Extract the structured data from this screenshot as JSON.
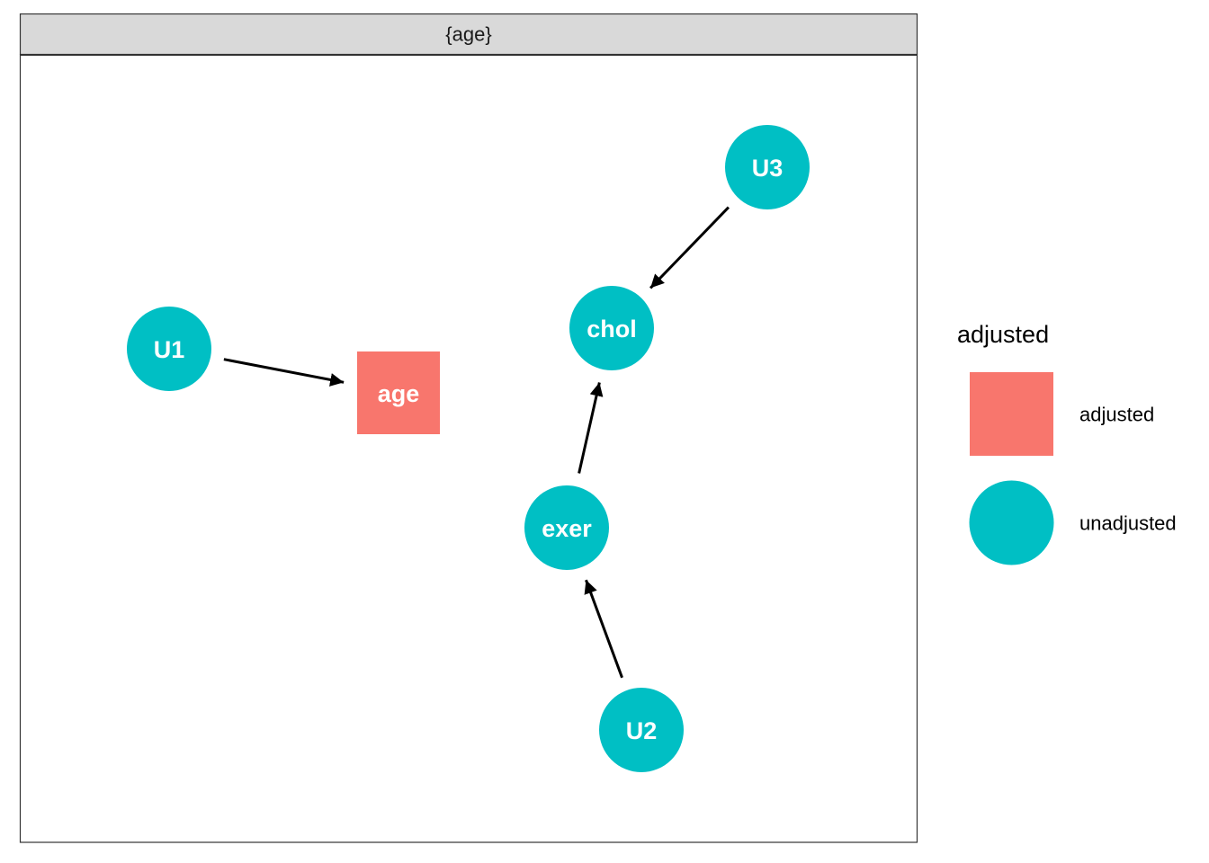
{
  "facet": {
    "strip_label": "{age}"
  },
  "colors": {
    "adjusted": "#F8766D",
    "unadjusted": "#00BFC4",
    "strip_bg": "#D9D9D9",
    "edge": "#000000"
  },
  "nodes": [
    {
      "id": "U1",
      "label": "U1",
      "status": "unadjusted",
      "shape": "circle"
    },
    {
      "id": "age",
      "label": "age",
      "status": "adjusted",
      "shape": "square"
    },
    {
      "id": "chol",
      "label": "chol",
      "status": "unadjusted",
      "shape": "circle"
    },
    {
      "id": "U3",
      "label": "U3",
      "status": "unadjusted",
      "shape": "circle"
    },
    {
      "id": "exer",
      "label": "exer",
      "status": "unadjusted",
      "shape": "circle"
    },
    {
      "id": "U2",
      "label": "U2",
      "status": "unadjusted",
      "shape": "circle"
    }
  ],
  "edges": [
    {
      "from": "U1",
      "to": "age"
    },
    {
      "from": "U3",
      "to": "chol"
    },
    {
      "from": "exer",
      "to": "chol"
    },
    {
      "from": "U2",
      "to": "exer"
    }
  ],
  "legend": {
    "title": "adjusted",
    "items": [
      {
        "label": "adjusted",
        "status": "adjusted",
        "shape": "square"
      },
      {
        "label": "unadjusted",
        "status": "unadjusted",
        "shape": "circle"
      }
    ]
  }
}
